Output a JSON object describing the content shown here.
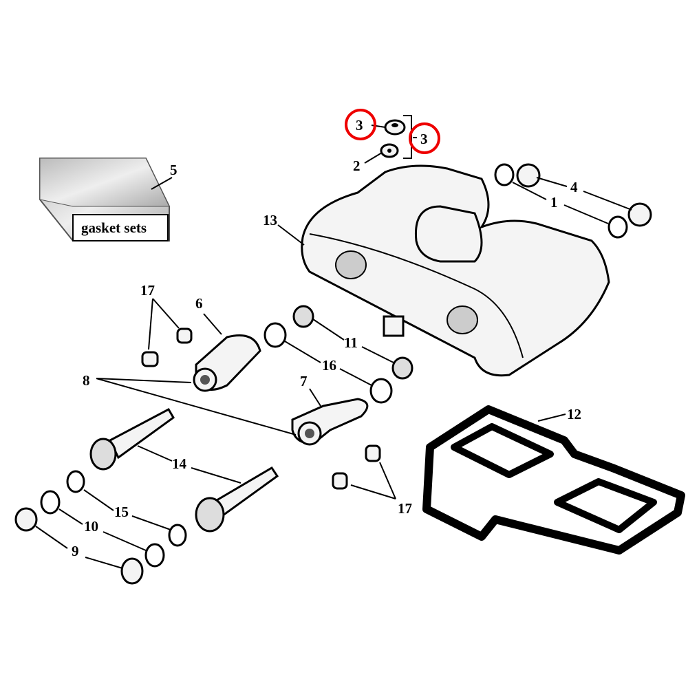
{
  "diagram": {
    "labels": {
      "n3a": "3",
      "n3b": "3",
      "n2": "2",
      "n5": "5",
      "gasket": "gasket sets",
      "n4": "4",
      "n1": "1",
      "n13": "13",
      "n17a": "17",
      "n6": "6",
      "n11": "11",
      "n16": "16",
      "n8": "8",
      "n7": "7",
      "n12": "12",
      "n14": "14",
      "n15": "15",
      "n10": "10",
      "n9": "9",
      "n17b": "17"
    },
    "highlight_color": "#e00000"
  }
}
